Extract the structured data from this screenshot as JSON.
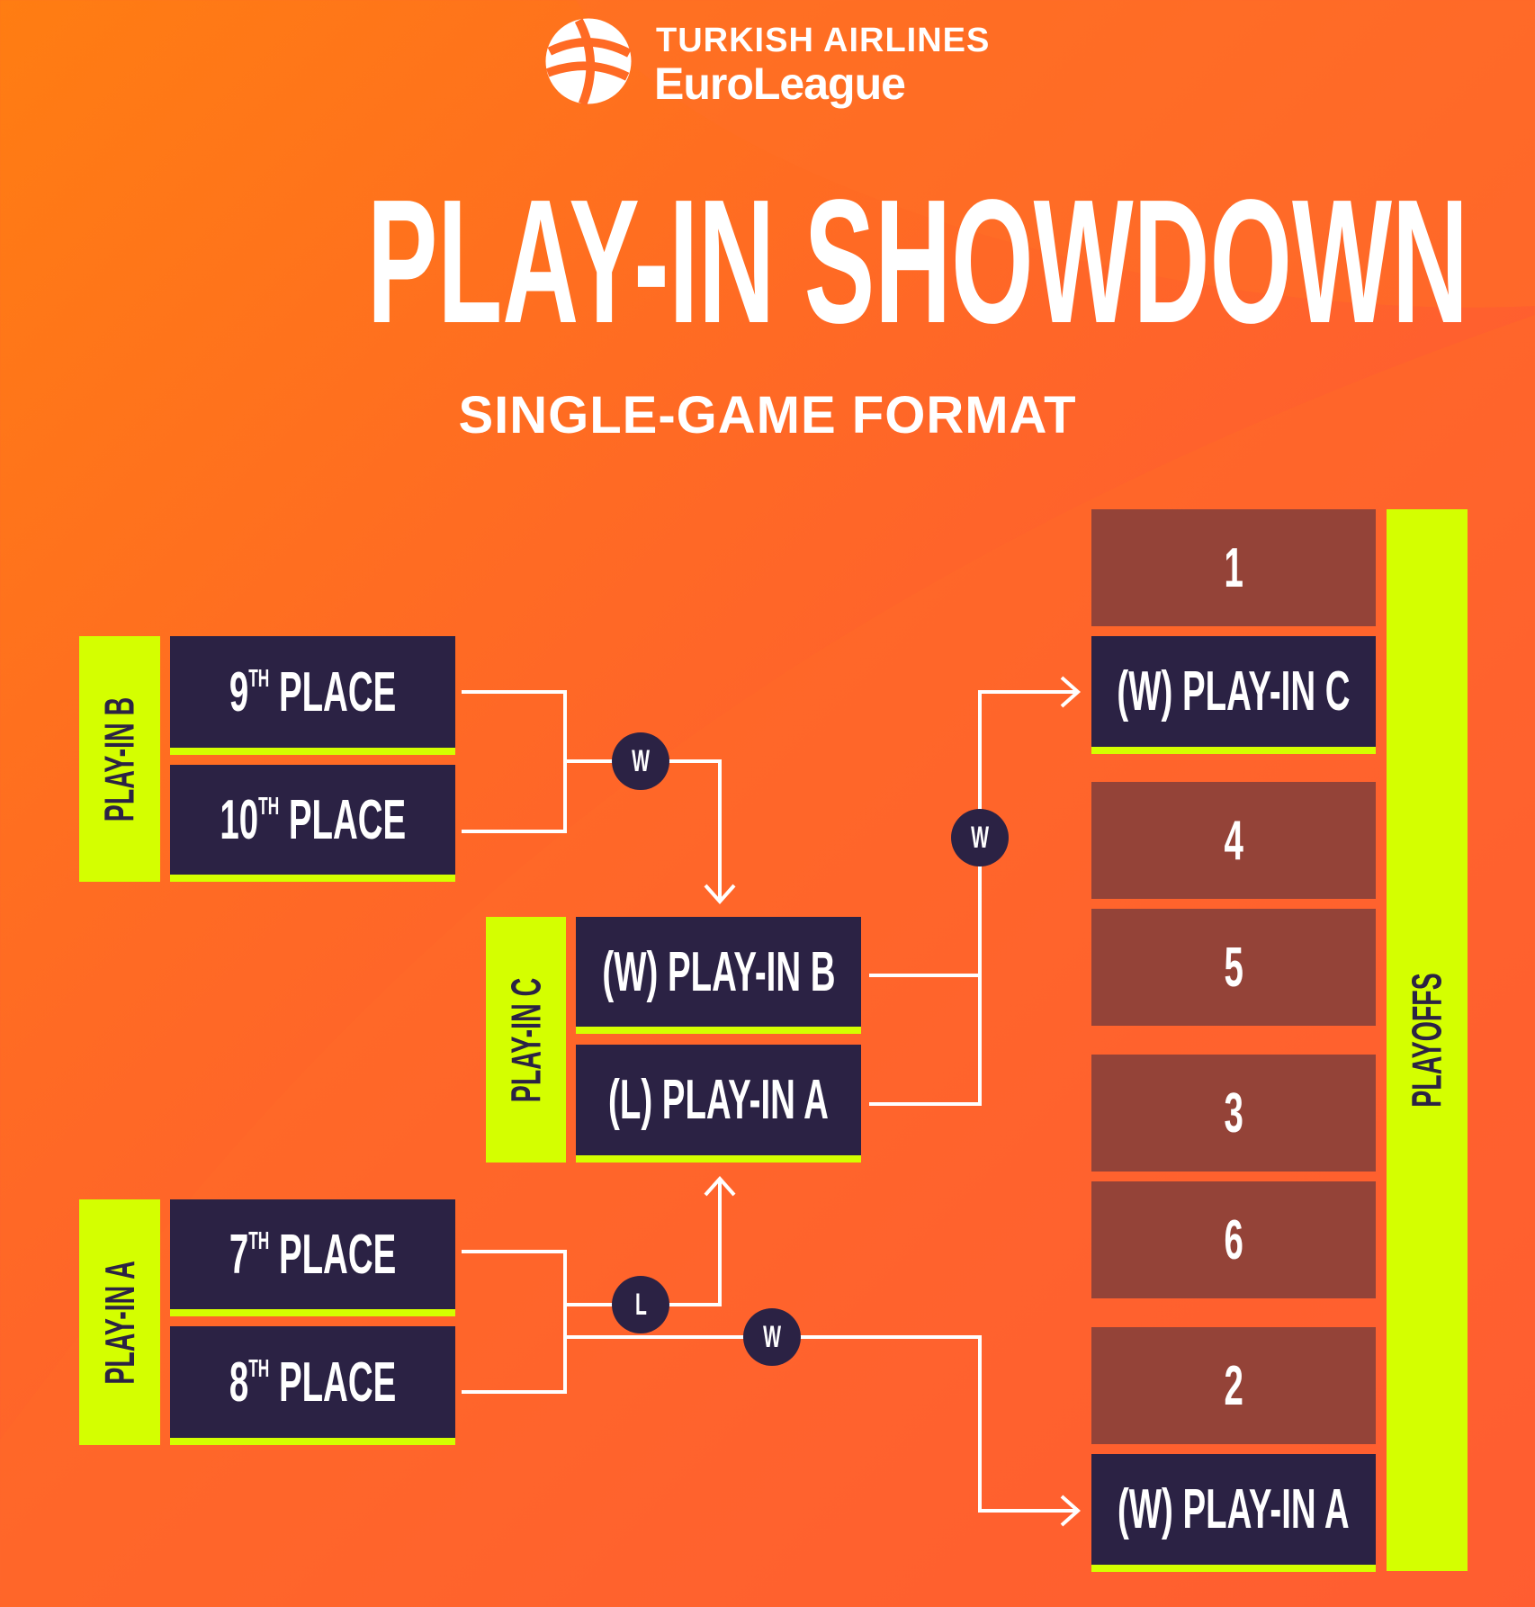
{
  "logo": {
    "line1": "TURKISH AIRLINES",
    "line2": "EuroLeague"
  },
  "title": "PLAY-IN SHOWDOWN",
  "subtitle": "SINGLE-GAME FORMAT",
  "colors": {
    "navy": "#2b2244",
    "lime": "#d4ff00",
    "seed": "#944338",
    "background": "#ff6a24"
  },
  "play_in_b": {
    "label": "PLAY-IN B",
    "teams": [
      {
        "num": "9",
        "sup": "TH",
        "text": "PLACE"
      },
      {
        "num": "10",
        "sup": "TH",
        "text": "PLACE"
      }
    ]
  },
  "play_in_c": {
    "label": "PLAY-IN C",
    "teams": [
      "(W) PLAY-IN B",
      "(L) PLAY-IN A"
    ]
  },
  "play_in_a": {
    "label": "PLAY-IN A",
    "teams": [
      {
        "num": "7",
        "sup": "TH",
        "text": "PLACE"
      },
      {
        "num": "8",
        "sup": "TH",
        "text": "PLACE"
      }
    ]
  },
  "connectors": {
    "b_winner": "W",
    "c_winner": "W",
    "a_loser": "L",
    "a_winner": "W"
  },
  "playoffs": {
    "label": "PLAYOFFS",
    "slots": [
      "1",
      "(W) PLAY-IN C",
      "4",
      "5",
      "3",
      "6",
      "2",
      "(W) PLAY-IN A"
    ]
  }
}
